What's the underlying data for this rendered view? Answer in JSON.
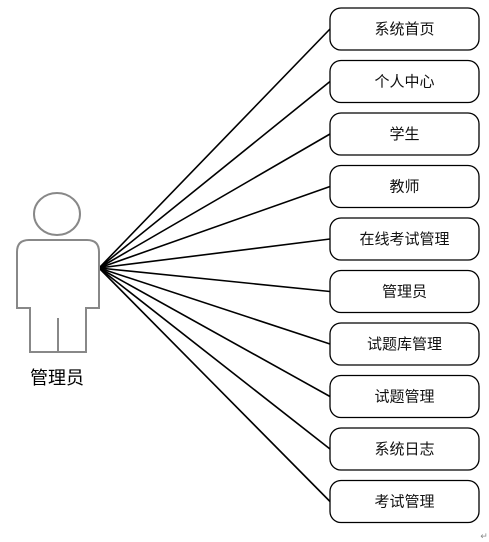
{
  "diagram": {
    "actor": {
      "label": "管理员",
      "icon": "person-outline-icon"
    },
    "use_cases": [
      {
        "label": "系统首页"
      },
      {
        "label": "个人中心"
      },
      {
        "label": "学生"
      },
      {
        "label": "教师"
      },
      {
        "label": "在线考试管理"
      },
      {
        "label": "管理员"
      },
      {
        "label": "试题库管理"
      },
      {
        "label": "试题管理"
      },
      {
        "label": "系统日志"
      },
      {
        "label": "考试管理"
      }
    ],
    "corner_mark": "↵"
  }
}
